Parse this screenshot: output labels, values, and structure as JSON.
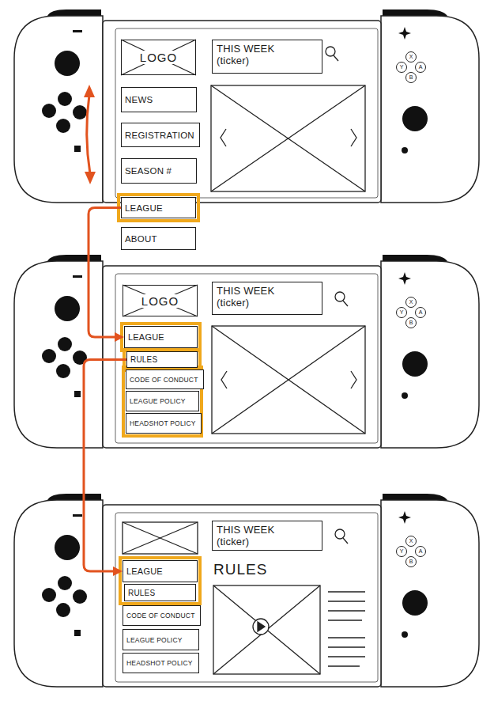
{
  "diagram": {
    "nodes": [
      {
        "text": [
          "LOGO"
        ]
      },
      {
        "text": [
          "THIS WEEK (ticker)"
        ]
      },
      {
        "text": [
          "NEWS"
        ]
      },
      {
        "text": [
          "REGISTRATION"
        ]
      },
      {
        "text": [
          "SEASON #"
        ]
      },
      {
        "text": [
          "LEAGUE"
        ]
      },
      {
        "text": [
          "ABOUT"
        ]
      },
      {
        "text": [
          "LOGO"
        ]
      },
      {
        "text": [
          "THIS WEEK (ticker)"
        ]
      },
      {
        "text": [
          "LEAGUE"
        ]
      },
      {
        "text": [
          "RULES"
        ]
      },
      {
        "text": [
          "CODE OF CONDUCT"
        ]
      },
      {
        "text": [
          "LEAGUE POLICY"
        ]
      },
      {
        "text": [
          "HEADSHOT POLICY"
        ]
      },
      {
        "text": [
          "THIS WEEK (ticker)"
        ]
      },
      {
        "text": [
          "LEAGUE"
        ]
      },
      {
        "text": [
          "RULES"
        ]
      },
      {
        "text": [
          "CODE OF CONDUCT"
        ]
      },
      {
        "text": [
          "LEAGUE POLICY"
        ]
      },
      {
        "text": [
          "HEADSHOT POLICY"
        ]
      }
    ],
    "edges": [
      {
        "from": 5,
        "to": 9,
        "arrow": "to"
      },
      {
        "from": 10,
        "to": 15,
        "arrow": "to"
      }
    ],
    "labels": [
      "X",
      "Y",
      "A",
      "B",
      "X",
      "Y",
      "A",
      "B",
      "RULES",
      "X",
      "Y",
      "A",
      "B"
    ]
  }
}
